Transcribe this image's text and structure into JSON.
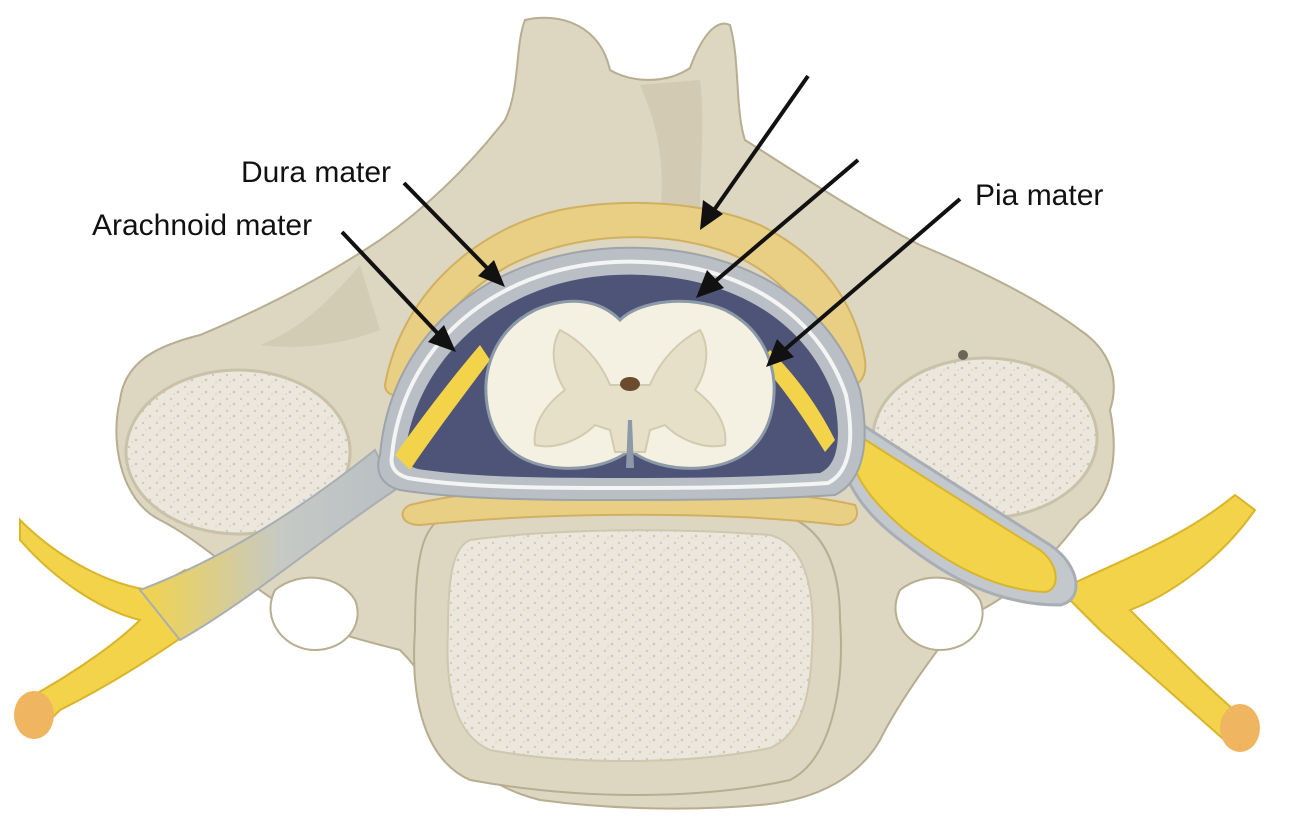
{
  "labels": {
    "dura_mater": "Dura mater",
    "arachnoid_mater": "Arachnoid mater",
    "pia_mater": "Pia mater"
  },
  "colors": {
    "bone": "#ddd6c0",
    "bone_shadow": "#c9c1a8",
    "bone_outline": "#b7ad90",
    "cancellous_bone": "#ebe7dc",
    "epidural_fat": "#e9cf84",
    "dura": "#b9bfc4",
    "arachnoid_line": "#f4f4f4",
    "subarachnoid_space": "#4e5478",
    "nerve": "#f2d34a",
    "nerve_outline": "#d9b52c",
    "spinal_cord": "#f4f0e2",
    "grey_matter": "#e6e0c8",
    "arrow": "#111111"
  }
}
